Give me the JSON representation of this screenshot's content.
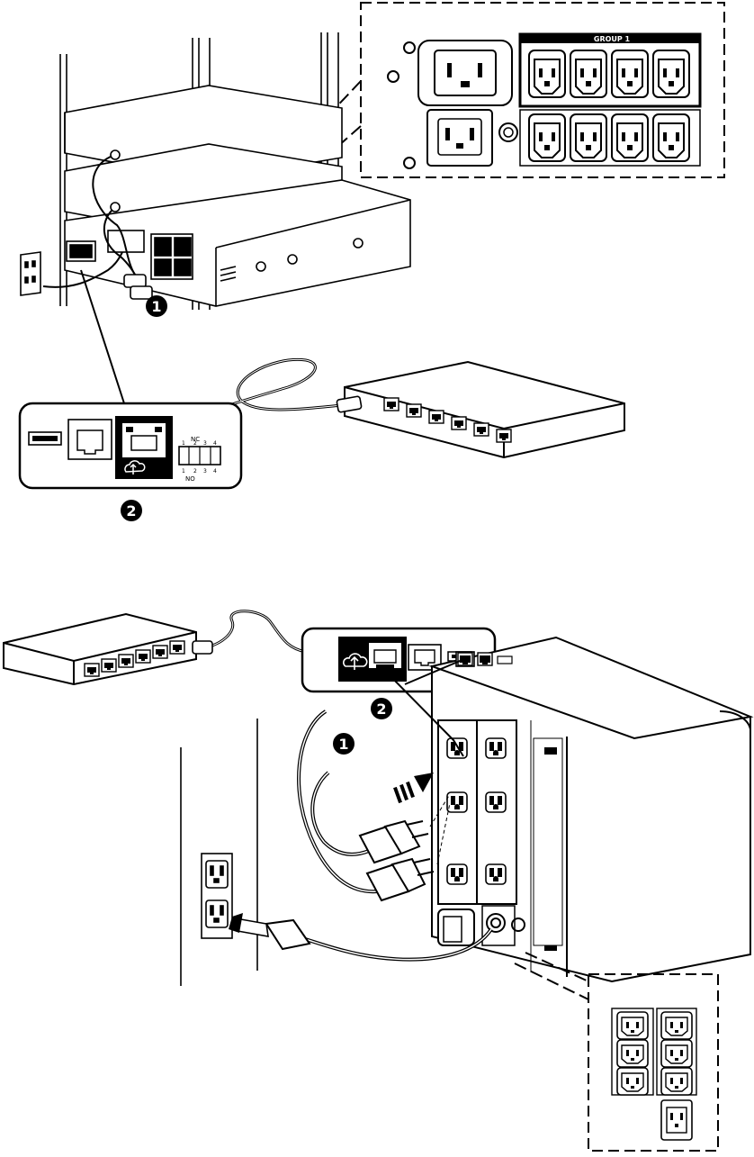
{
  "top_panel": {
    "group_label": "GROUP 1",
    "nc_label": "NC",
    "no_label": "NO",
    "dip_numbers": [
      "1",
      "2",
      "3",
      "4"
    ]
  },
  "steps": {
    "top_step1": "1",
    "top_step2": "2",
    "bottom_step1": "1",
    "bottom_step2": "2"
  },
  "icons": {
    "cloud_upload": "cloud-upload-icon",
    "ethernet_port": "ethernet-port-icon",
    "usb_port": "usb-port-icon",
    "arrow": "arrow-right-icon"
  },
  "colors": {
    "ink": "#000000",
    "paper": "#ffffff",
    "panel_fill": "#f4f4f4"
  }
}
